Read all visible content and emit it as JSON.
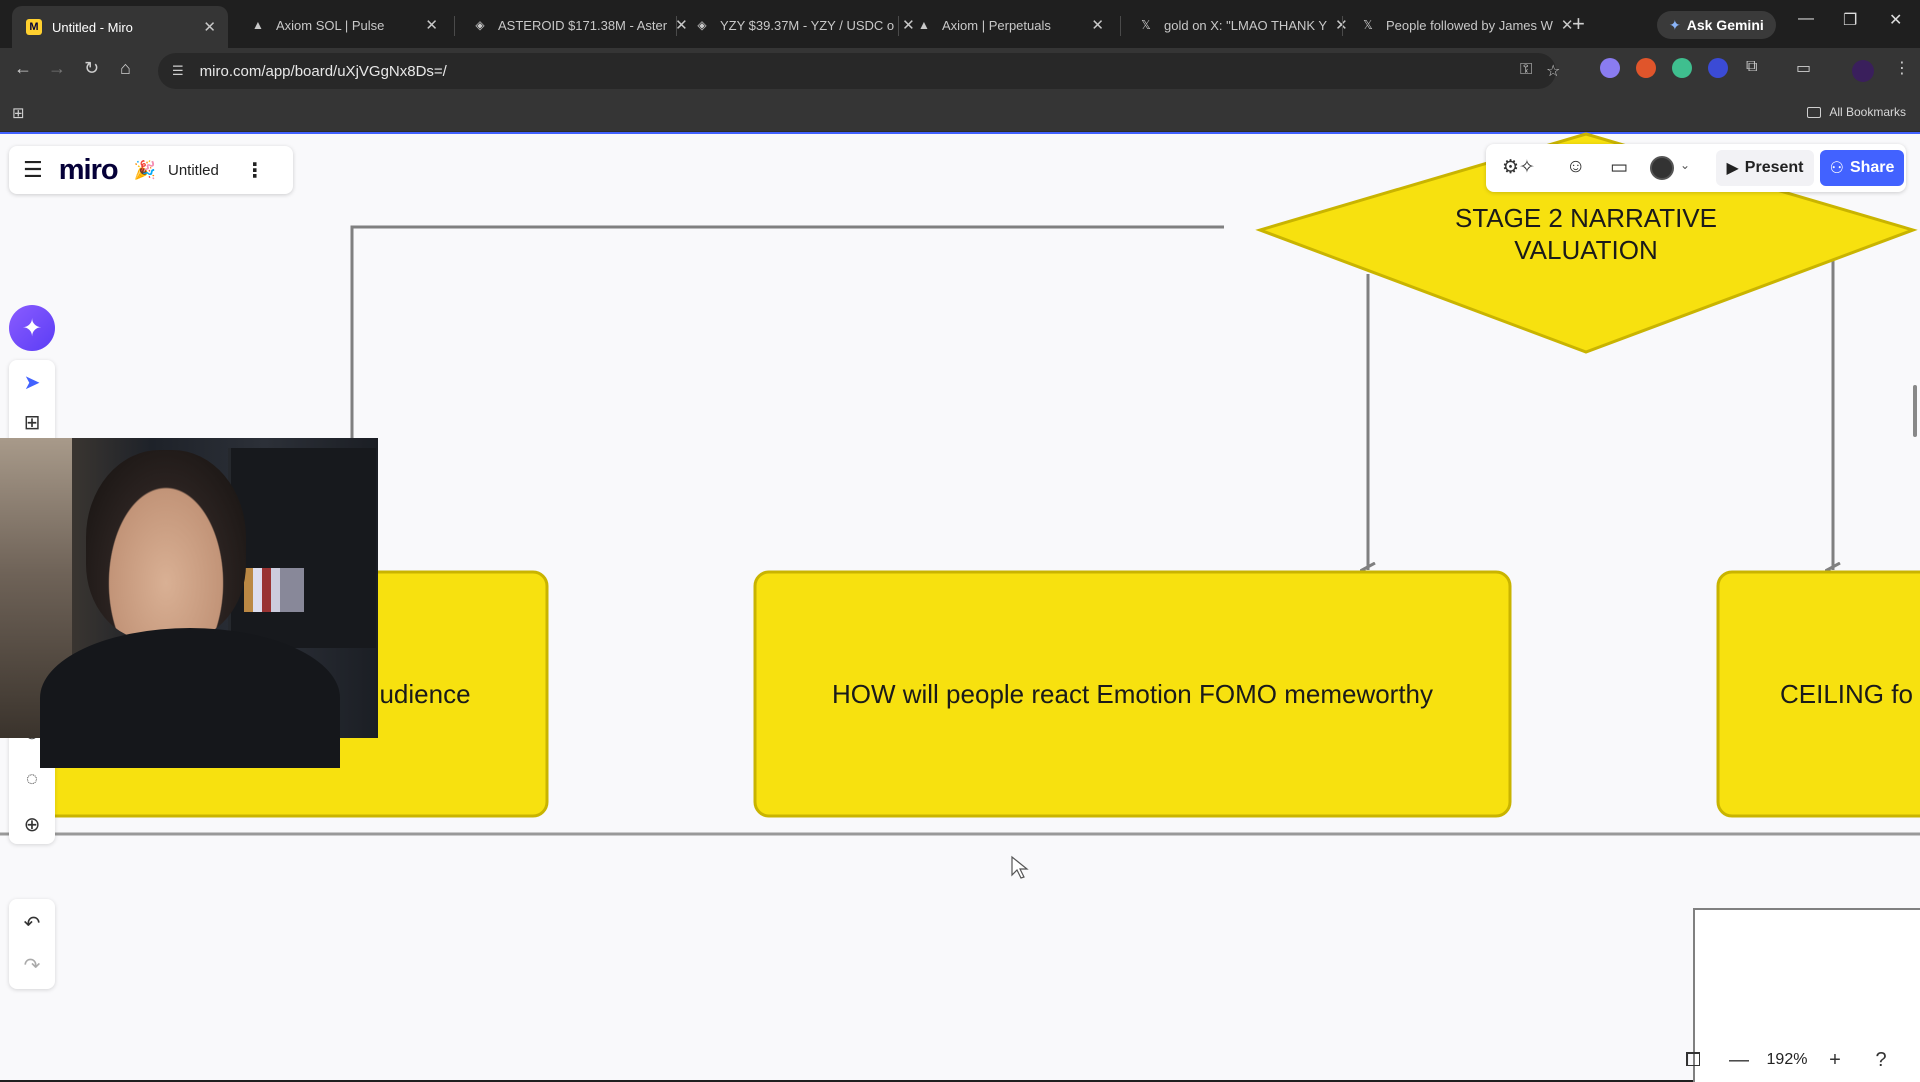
{
  "browser": {
    "tabs": [
      {
        "title": "Untitled - Miro",
        "active": true,
        "icon": "miro-favicon"
      },
      {
        "title": "Axiom SOL | Pulse",
        "icon": "axiom-favicon"
      },
      {
        "title": "ASTEROID $171.38M - Aster",
        "icon": "asteroid-favicon"
      },
      {
        "title": "YZY $39.37M - YZY / USDC o",
        "icon": "yzy-favicon"
      },
      {
        "title": "Axiom | Perpetuals",
        "icon": "axiom-favicon"
      },
      {
        "title": "gold on X: \"LMAO THANK Y",
        "icon": "x-favicon"
      },
      {
        "title": "People followed by James W",
        "icon": "x-favicon"
      }
    ],
    "ask_gemini": "Ask Gemini",
    "url": "miro.com/app/board/uXjVGgNx8Ds=/",
    "all_bookmarks": "All Bookmarks"
  },
  "miro": {
    "logo": "miro",
    "board_name": "Untitled",
    "present_label": "Present",
    "share_label": "Share",
    "zoom": "192%"
  },
  "canvas": {
    "diamond_text": [
      "STAGE 2 NARRATIVE",
      "VALUATION"
    ],
    "box_left_text": "udience",
    "box_middle_text": "HOW will people react Emotion FOMO memeworthy",
    "box_right_text": "CEILING fo",
    "shape_fill": "#f7e10f",
    "shape_stroke": "#c9b400",
    "connector_color": "#808080"
  }
}
